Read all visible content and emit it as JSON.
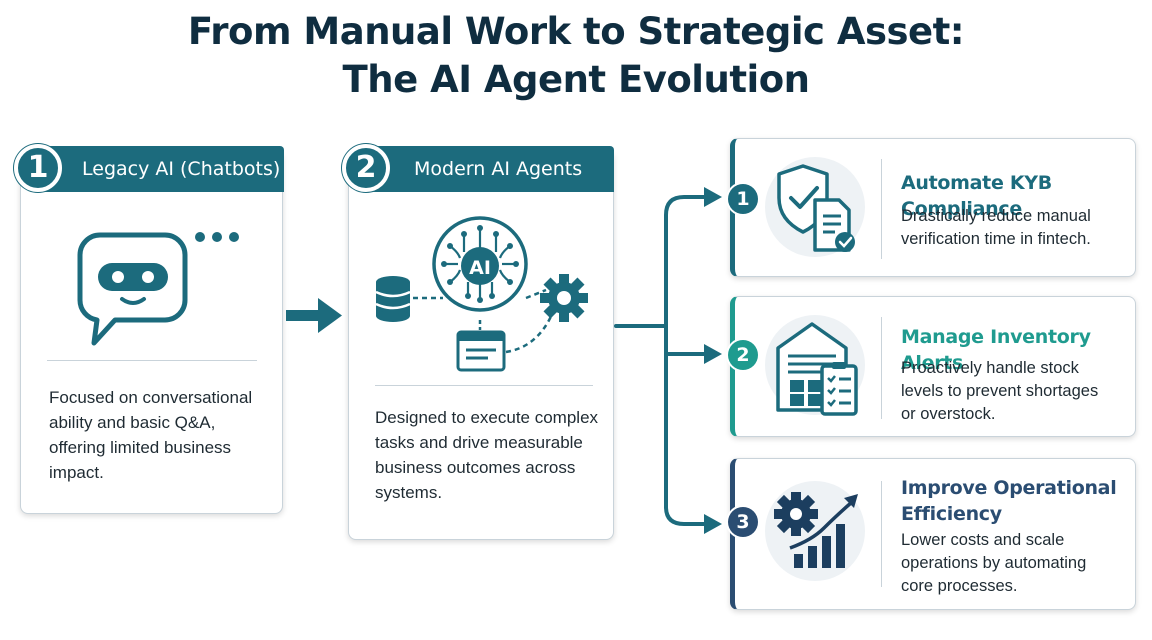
{
  "title": {
    "line1": "From Manual Work to Strategic Asset:",
    "line2": "The AI Agent Evolution"
  },
  "legacy": {
    "number": "1",
    "heading": "Legacy AI (Chatbots)",
    "description": [
      "Focused on conversational",
      "ability and basic Q&A,",
      "offering limited business",
      "impact."
    ],
    "icon": "chatbot-icon"
  },
  "modern": {
    "number": "2",
    "heading": "Modern AI Agents",
    "description": [
      "Designed to execute complex",
      "tasks and drive measurable",
      "business outcomes across",
      "systems."
    ],
    "ai_label": "AI",
    "icons": [
      "ai-brain-icon",
      "database-icon",
      "gear-icon",
      "browser-window-icon"
    ]
  },
  "outcomes": [
    {
      "number": "1",
      "title": [
        "Automate KYB Compliance"
      ],
      "description": [
        "Drastically reduce manual",
        "verification time in fintech."
      ],
      "icon": "shield-document-check-icon",
      "accent": "#1c6b7d"
    },
    {
      "number": "2",
      "title": [
        "Manage Inventory Alerts"
      ],
      "description": [
        "Proactively handle stock",
        "levels to prevent shortages",
        "or overstock."
      ],
      "icon": "warehouse-clipboard-icon",
      "accent": "#1f9b8f"
    },
    {
      "number": "3",
      "title": [
        "Improve Operational",
        "Efficiency"
      ],
      "description": [
        "Lower costs and scale",
        "operations by automating",
        "core processes."
      ],
      "icon": "gear-growth-chart-icon",
      "accent": "#2b4d72"
    }
  ],
  "colors": {
    "primary": "#1c6b7d",
    "teal": "#1f9b8f",
    "navy": "#2b4d72",
    "title": "#0f2d40"
  }
}
